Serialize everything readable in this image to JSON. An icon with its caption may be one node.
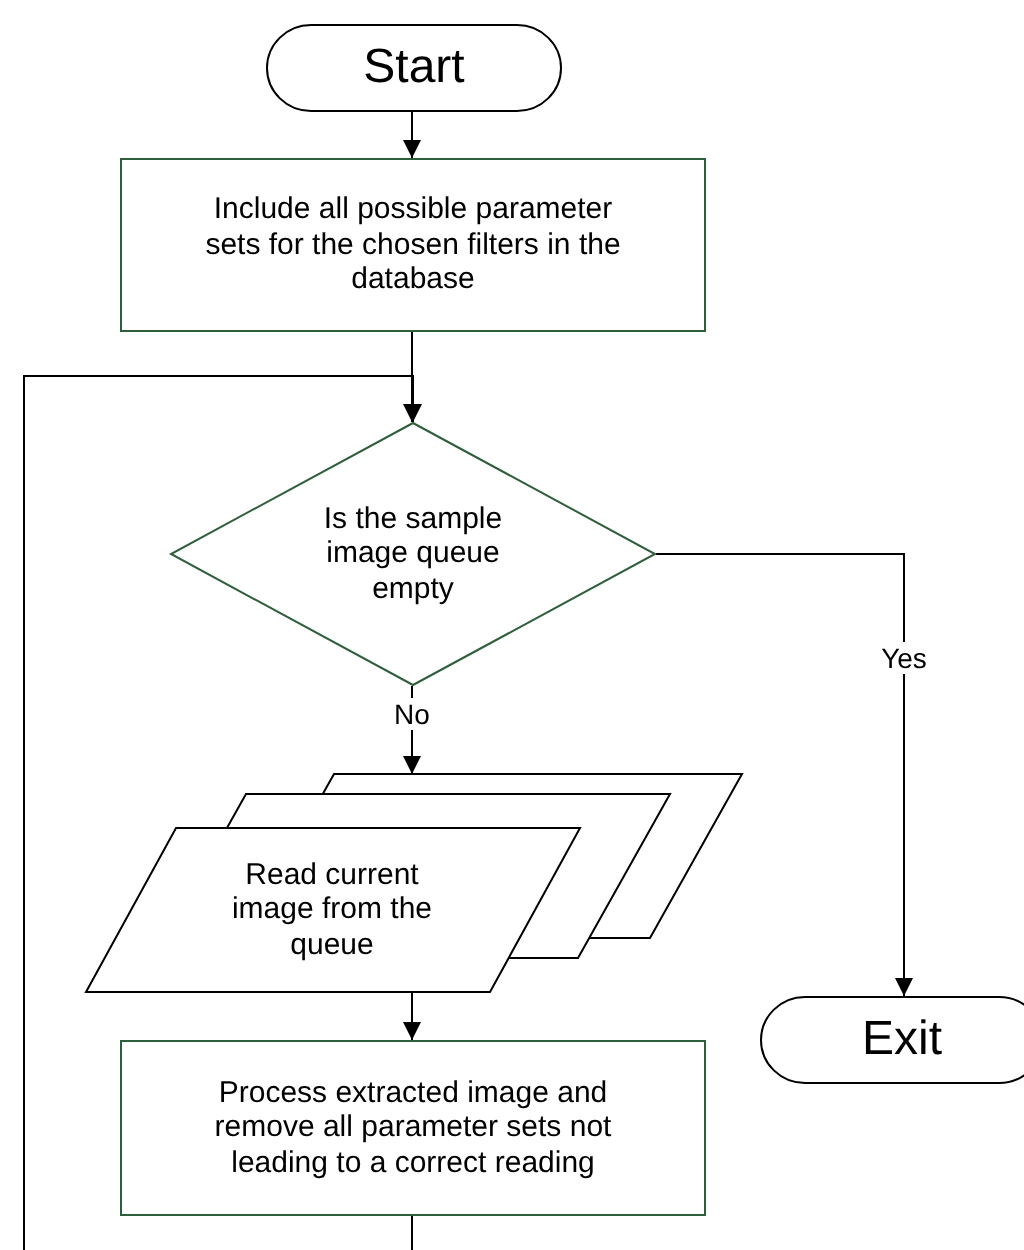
{
  "diagram": {
    "nodes": [
      {
        "text": [
          "Start"
        ]
      },
      {
        "text": [
          "Include all possible parameter sets for the chosen filters in the database"
        ]
      },
      {
        "text": [
          "Is the sample image queue empty"
        ]
      },
      {
        "text": [
          "Read current image from the queue"
        ]
      },
      {
        "text": [
          "Process extracted image and remove all parameter sets not leading to a correct reading"
        ]
      },
      {
        "text": [
          "Exit"
        ]
      }
    ],
    "edges": [
      {
        "from": 0,
        "to": 1,
        "arrow": "to"
      },
      {
        "from": 1,
        "to": 2,
        "arrow": "to"
      },
      {
        "from": 2,
        "to": 3,
        "arrow": "to",
        "label": "No"
      },
      {
        "from": 2,
        "to": 5,
        "arrow": "to",
        "label": "Yes"
      },
      {
        "from": 3,
        "to": 4,
        "arrow": "to"
      },
      {
        "from": 4,
        "to": null,
        "arrow": "none"
      },
      {
        "from": null,
        "to": 2,
        "arrow": "to"
      }
    ]
  }
}
